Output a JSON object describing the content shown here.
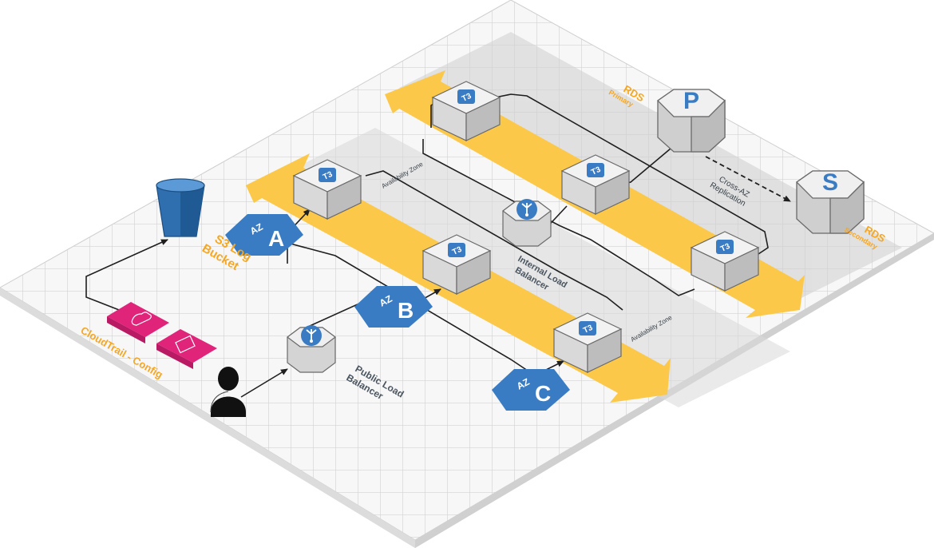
{
  "nodes": {
    "s3": {
      "label_line1": "S3 Log",
      "label_line2": "Bucket",
      "icon": "s3-bucket-icon"
    },
    "cloudtrail": {
      "label": "CloudTrail - Config",
      "icons": [
        "cloudtrail-icon",
        "config-icon"
      ]
    },
    "user": {
      "icon": "user-icon"
    },
    "public_lb": {
      "label_line1": "Public Load",
      "label_line2": "Balancer",
      "icon": "load-balancer-icon"
    },
    "internal_lb": {
      "label_line1": "Internal Load",
      "label_line2": "Balancer",
      "icon": "load-balancer-icon"
    },
    "rds_primary": {
      "letter": "P",
      "title": "RDS",
      "subtitle": "Primary"
    },
    "rds_secondary": {
      "letter": "S",
      "title": "RDS",
      "subtitle": "Secondary"
    },
    "replication": {
      "label_line1": "Cross-AZ",
      "label_line2": "Replication"
    },
    "instances": [
      "T3",
      "T3",
      "T3",
      "T3",
      "T3",
      "T3"
    ]
  },
  "zones": [
    {
      "prefix": "AZ",
      "letter": "A"
    },
    {
      "prefix": "AZ",
      "letter": "B"
    },
    {
      "prefix": "AZ",
      "letter": "C"
    }
  ],
  "availability_zone_label": "Availability Zone",
  "colors": {
    "grid_bg": "#f7f7f7",
    "grid_line": "#d6d6d6",
    "band": "#fcc84a",
    "aws_blue": "#3a7cc3",
    "pink": "#e0247a",
    "orange_text": "#f5a623",
    "box_top": "#f2f2f2",
    "box_left": "#d9d9d9",
    "box_right": "#bdbdbd"
  }
}
